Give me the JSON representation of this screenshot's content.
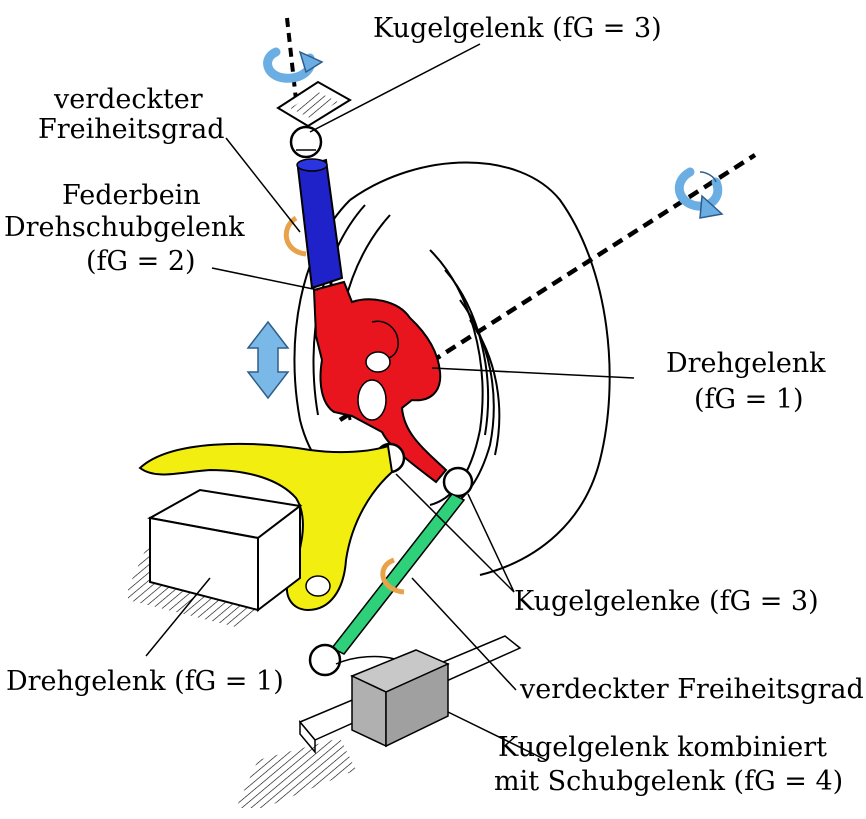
{
  "labels": {
    "kugelgelenk_top": "Kugelgelenk (fG = 3)",
    "verdeckt_top_1": "verdeckter",
    "verdeckt_top_2": "Freiheitsgrad",
    "federbein_1": "Federbein",
    "federbein_2": "Drehschubgelenk",
    "federbein_3": "(fG = 2)",
    "drehgelenk_right_1": "Drehgelenk",
    "drehgelenk_right_2": "(fG = 1)",
    "kugelgelenke": "Kugelgelenke (fG = 3)",
    "drehgelenk_left": "Drehgelenk (fG = 1)",
    "verdeckt_bottom": "verdeckter Freiheitsgrad",
    "kombiniert_1": "Kugelgelenk kombiniert",
    "kombiniert_2": "mit Schubgelenk (fG = 4)"
  },
  "colors": {
    "strut": "#1f22c8",
    "knuckle": "#e8141e",
    "control_arm": "#f2ee10",
    "tie_rod": "#2fd07a",
    "rotation_arrow": "#7ab8e8",
    "twist_arrow": "#e7a24a",
    "rack": "#a0a0a0"
  }
}
